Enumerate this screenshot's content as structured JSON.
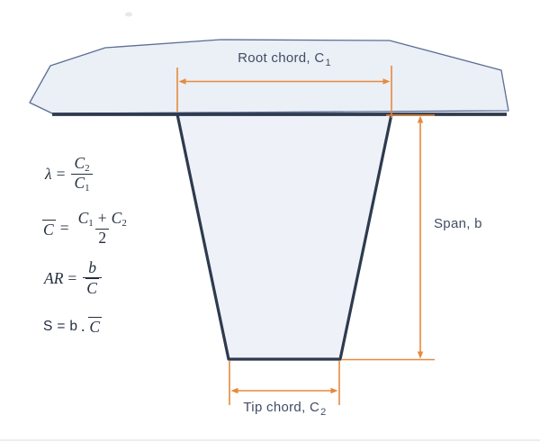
{
  "colors": {
    "dimension_orange": "#E6893C",
    "outline_dark": "#2E3A4E",
    "outline_light": "#5B6E96",
    "shape_fill": "#EBEFF6",
    "wing_fill": "#EEF1F7",
    "label_text": "#414D63",
    "formula_text": "#242E3F"
  },
  "labels": {
    "root_chord": {
      "prefix": "Root chord, C",
      "sub": "1"
    },
    "span": {
      "text": "Span, b"
    },
    "tip_chord": {
      "prefix": "Tip chord, C",
      "sub": "2"
    }
  },
  "formulas": {
    "taper_ratio": {
      "lhs": "λ",
      "equals": "=",
      "num_base": "C",
      "num_sub": "2",
      "den_base": "C",
      "den_sub": "1"
    },
    "mean_chord": {
      "lhs_base": "C",
      "equals": "=",
      "num_a_base": "C",
      "num_a_sub": "1",
      "plus": "+",
      "num_b_base": "C",
      "num_b_sub": "2",
      "den": "2"
    },
    "aspect_ratio": {
      "lhs": "AR",
      "equals": "=",
      "num": "b",
      "den_base": "C"
    },
    "wing_area": {
      "lhs": "S",
      "equals": "=",
      "factor": "b",
      "dot": ".",
      "rhs_base": "C"
    }
  }
}
